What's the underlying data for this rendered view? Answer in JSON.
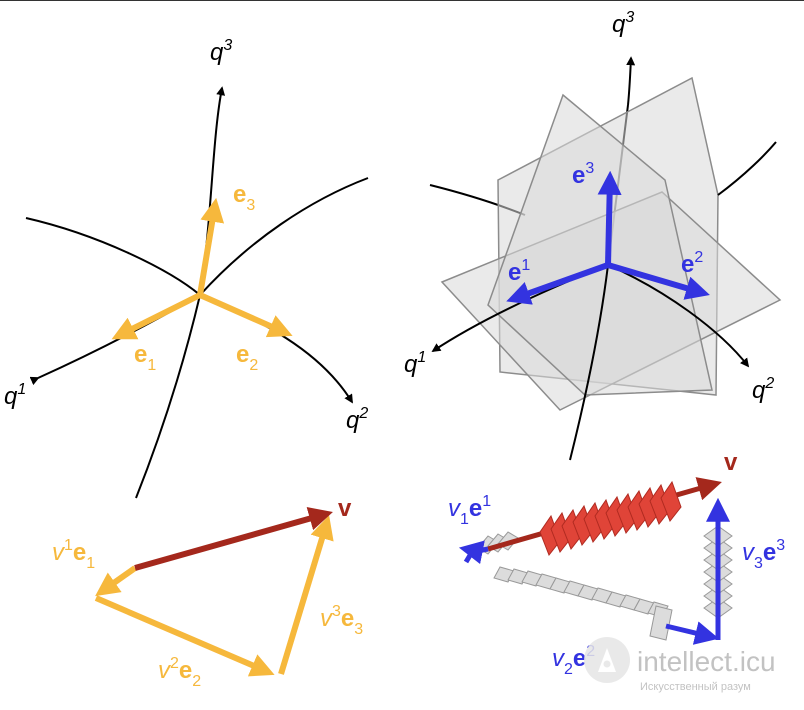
{
  "colors": {
    "covariant": "#f6b83c",
    "contravariant": "#3333e0",
    "vector": "#a4281c",
    "axis": "#000000",
    "plane_fill": "#d8d8d8",
    "plane_edge": "#8c8c8c",
    "red_stack": "#e04438",
    "gray_stack": "#dcdcdc"
  },
  "covariant_panel": {
    "axis_labels": {
      "q1": {
        "base": "q",
        "sup": "1"
      },
      "q2": {
        "base": "q",
        "sup": "2"
      },
      "q3": {
        "base": "q",
        "sup": "3"
      }
    },
    "vector_labels": {
      "e1": {
        "base": "e",
        "sub": "1"
      },
      "e2": {
        "base": "e",
        "sub": "2"
      },
      "e3": {
        "base": "e",
        "sub": "3"
      }
    }
  },
  "contravariant_panel": {
    "axis_labels": {
      "q1": {
        "base": "q",
        "sup": "1"
      },
      "q2": {
        "base": "q",
        "sup": "2"
      },
      "q3": {
        "base": "q",
        "sup": "3"
      }
    },
    "vector_labels": {
      "e1": {
        "base": "e",
        "sup": "1"
      },
      "e2": {
        "base": "e",
        "sup": "2"
      },
      "e3": {
        "base": "e",
        "sup": "3"
      }
    }
  },
  "covariant_decomposition": {
    "result": "v",
    "components": {
      "c1": {
        "coef": "v",
        "coef_sup": "1",
        "basis": "e",
        "basis_sub": "1"
      },
      "c2": {
        "coef": "v",
        "coef_sup": "2",
        "basis": "e",
        "basis_sub": "2"
      },
      "c3": {
        "coef": "v",
        "coef_sup": "3",
        "basis": "e",
        "basis_sub": "3"
      }
    }
  },
  "contravariant_decomposition": {
    "result": "v",
    "components": {
      "c1": {
        "coef": "v",
        "coef_sub": "1",
        "basis": "e",
        "basis_sup": "1"
      },
      "c2": {
        "coef": "v",
        "coef_sub": "2",
        "basis": "e",
        "basis_sup": "2"
      },
      "c3": {
        "coef": "v",
        "coef_sub": "3",
        "basis": "e",
        "basis_sup": "3"
      }
    }
  },
  "watermark": {
    "brand": "intellect.icu",
    "tagline": "Искусственный разум"
  }
}
